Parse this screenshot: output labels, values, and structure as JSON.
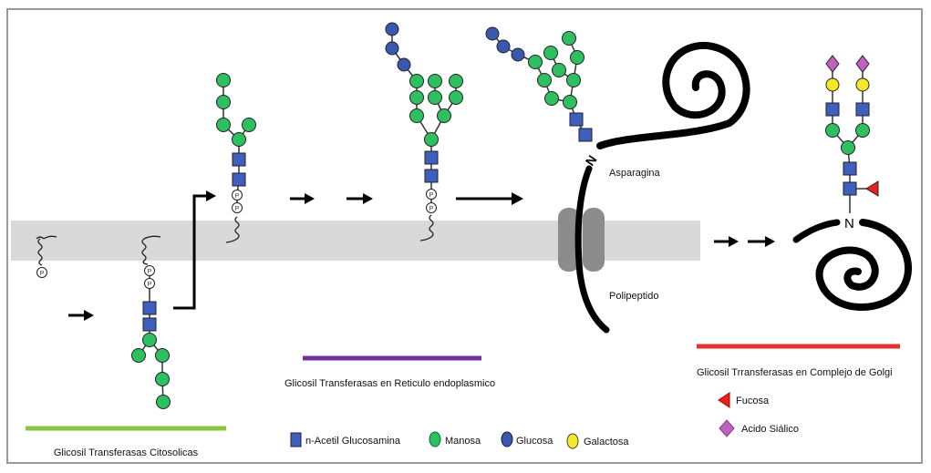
{
  "sections": {
    "cytosolic": {
      "label": "Glicosil Transferasas Citosolicas",
      "color": "#8cc63f"
    },
    "er": {
      "label": "Glicosil Transferasas en Reticulo endoplasmico",
      "color": "#7030a0"
    },
    "golgi": {
      "label": "Glicosil Trransferasas en Complejo de Golgi",
      "color": "#e53030"
    }
  },
  "annotations": {
    "asparagine": "Asparagina",
    "polypeptide": "Polipeptido",
    "n_left": "N",
    "n_right": "N",
    "phosphate": "P"
  },
  "legend": {
    "glcnac": {
      "label": "n-Acetil Glucosamina",
      "color": "#3f5fbf",
      "shape": "square"
    },
    "mannose": {
      "label": "Manosa",
      "color": "#2ec060",
      "shape": "circle"
    },
    "glucose": {
      "label": "Glucosa",
      "color": "#3a58b0",
      "shape": "circle"
    },
    "galactose": {
      "label": "Galactosa",
      "color": "#f5e829",
      "shape": "circle"
    },
    "fucose": {
      "label": "Fucosa",
      "color": "#e82020",
      "shape": "triangle"
    },
    "sialic": {
      "label": "Acido Siálico",
      "color": "#c060c0",
      "shape": "diamond"
    }
  },
  "membrane_color": "#d9d9d9"
}
